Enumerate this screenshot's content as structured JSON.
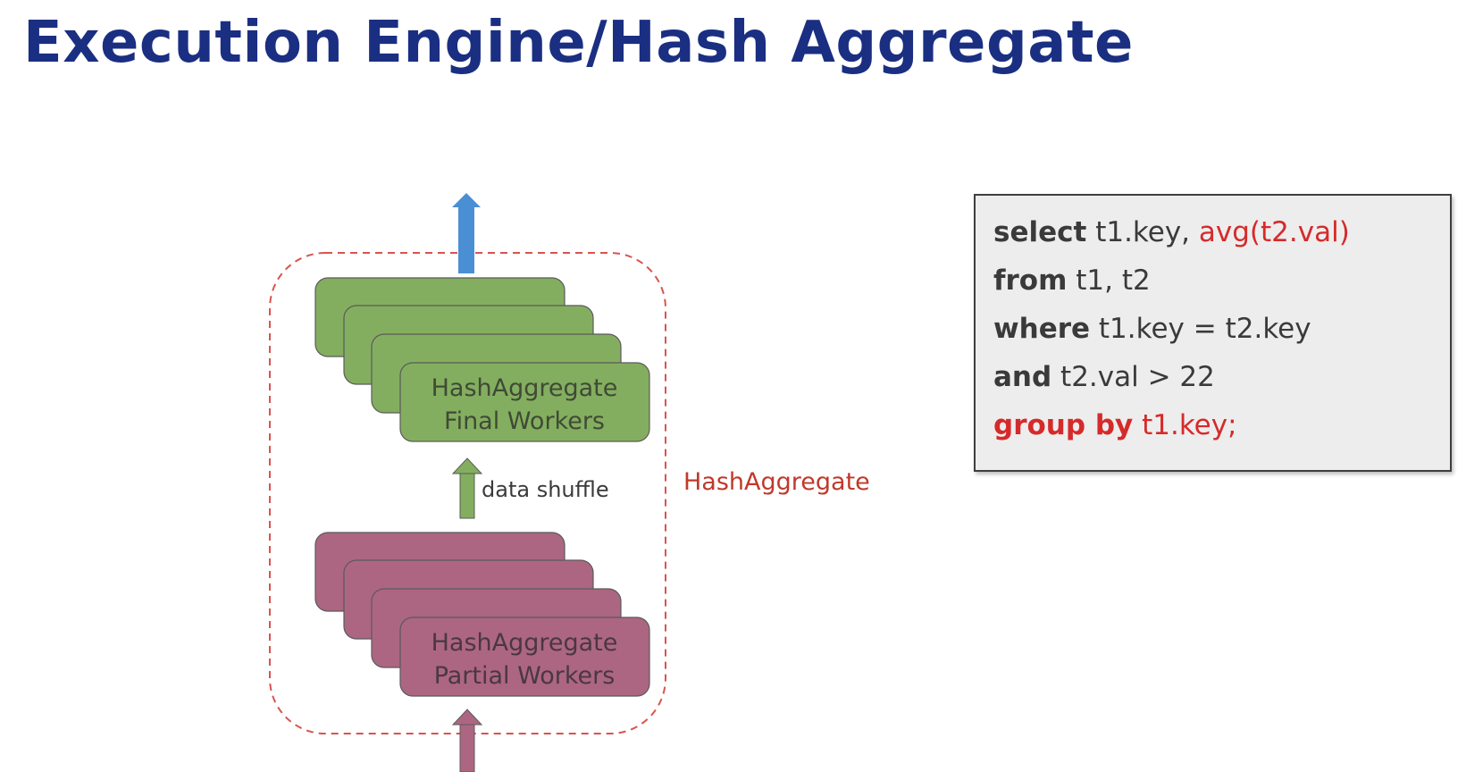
{
  "title": "Execution Engine/Hash Aggregate",
  "diagram": {
    "final_workers": {
      "line1": "HashAggregate",
      "line2": "Final Workers"
    },
    "partial_workers": {
      "line1": "HashAggregate",
      "line2": "Partial Workers"
    },
    "shuffle_label": "data shuffle",
    "group_label": "HashAggregate",
    "colors": {
      "final_fill": "#84ae5f",
      "partial_fill": "#ad6681",
      "output_arrow": "#4a8fd4",
      "group_border": "#d9534f",
      "group_label": "#c0392b"
    }
  },
  "sql": {
    "line1": {
      "keyword": "select",
      "text": "t1.key,",
      "highlight": "avg(t2.val)"
    },
    "line2": {
      "keyword": "from",
      "text": "t1, t2"
    },
    "line3": {
      "keyword": "where",
      "text": "t1.key = t2.key"
    },
    "line4": {
      "keyword": "and",
      "text": "t2.val > 22"
    },
    "line5": {
      "keyword": "group by",
      "text": "t1.key;"
    }
  }
}
